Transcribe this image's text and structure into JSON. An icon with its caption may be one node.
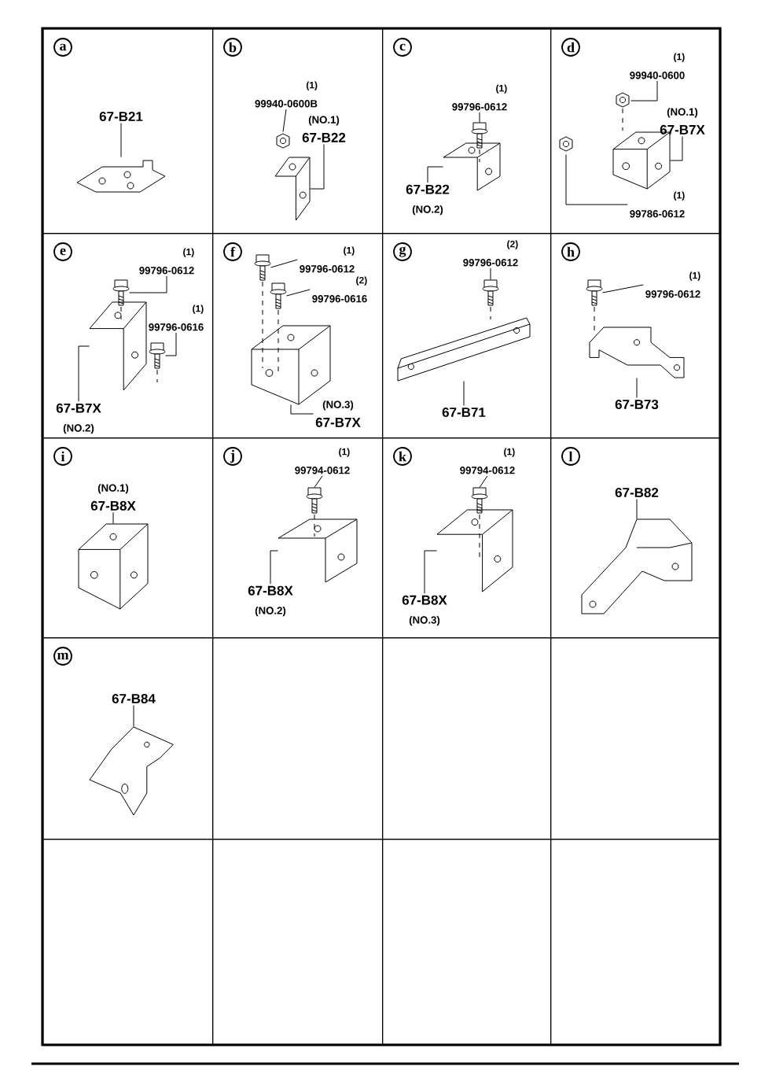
{
  "diagram": {
    "nodes": [
      {
        "text": [],
        "shape": "box"
      },
      {
        "text": [
          "a"
        ],
        "in": 0
      },
      {
        "text": [
          "67-B21"
        ],
        "in": 0
      },
      {
        "text": [],
        "shape": "picture",
        "in": 0
      },
      {
        "text": [],
        "shape": "box"
      },
      {
        "text": [
          "b"
        ],
        "in": 4
      },
      {
        "text": [
          "(1)",
          "99940-0600B"
        ],
        "in": 4
      },
      {
        "text": [],
        "shape": "picture",
        "in": 4
      },
      {
        "text": [
          "(NO.1)",
          "67-B22"
        ],
        "in": 4
      },
      {
        "text": [],
        "shape": "picture",
        "in": 4
      },
      {
        "text": [],
        "shape": "box"
      },
      {
        "text": [
          "c"
        ],
        "in": 10
      },
      {
        "text": [
          "(1)",
          "99796-0612"
        ],
        "in": 10
      },
      {
        "text": [],
        "shape": "picture",
        "in": 10
      },
      {
        "text": [],
        "shape": "picture",
        "in": 10
      },
      {
        "text": [
          "67-B22",
          "(NO.2)"
        ],
        "in": 10
      },
      {
        "text": [],
        "shape": "box"
      },
      {
        "text": [
          "d"
        ],
        "in": 16
      },
      {
        "text": [
          "(1)",
          "99940-0600"
        ],
        "in": 16
      },
      {
        "text": [],
        "shape": "picture",
        "in": 16
      },
      {
        "text": [
          "(NO.1)",
          "67-B7X"
        ],
        "in": 16
      },
      {
        "text": [],
        "shape": "picture",
        "in": 16
      },
      {
        "text": [],
        "shape": "picture",
        "in": 16
      },
      {
        "text": [
          "(1)",
          "99786-0612"
        ],
        "in": 16
      },
      {
        "text": [],
        "shape": "box"
      },
      {
        "text": [
          "e"
        ],
        "in": 24
      },
      {
        "text": [
          "(1)",
          "99796-0612"
        ],
        "in": 24
      },
      {
        "text": [],
        "shape": "picture",
        "in": 24
      },
      {
        "text": [
          "(1)",
          "99796-0616"
        ],
        "in": 24
      },
      {
        "text": [],
        "shape": "picture",
        "in": 24
      },
      {
        "text": [],
        "shape": "picture",
        "in": 24
      },
      {
        "text": [
          "67-B7X",
          "(NO.2)"
        ],
        "in": 24
      },
      {
        "text": [],
        "shape": "box"
      },
      {
        "text": [
          "f"
        ],
        "in": 32
      },
      {
        "text": [],
        "shape": "picture",
        "in": 32
      },
      {
        "text": [
          "(1)",
          "99796-0612"
        ],
        "in": 32
      },
      {
        "text": [],
        "shape": "picture",
        "in": 32
      },
      {
        "text": [
          "(2)",
          "99796-0616"
        ],
        "in": 32
      },
      {
        "text": [],
        "shape": "picture",
        "in": 32
      },
      {
        "text": [
          "(NO.3)",
          "67-B7X"
        ],
        "in": 32
      },
      {
        "text": [],
        "shape": "box"
      },
      {
        "text": [
          "g"
        ],
        "in": 40
      },
      {
        "text": [
          "(2)",
          "99796-0612"
        ],
        "in": 40
      },
      {
        "text": [],
        "shape": "picture",
        "in": 40
      },
      {
        "text": [],
        "shape": "picture",
        "in": 40
      },
      {
        "text": [
          "67-B71"
        ],
        "in": 40
      },
      {
        "text": [],
        "shape": "box"
      },
      {
        "text": [
          "h"
        ],
        "in": 46
      },
      {
        "text": [],
        "shape": "picture",
        "in": 46
      },
      {
        "text": [
          "(1)",
          "99796-0612"
        ],
        "in": 46
      },
      {
        "text": [],
        "shape": "picture",
        "in": 46
      },
      {
        "text": [
          "67-B73"
        ],
        "in": 46
      },
      {
        "text": [],
        "shape": "box"
      },
      {
        "text": [
          "i"
        ],
        "in": 52
      },
      {
        "text": [
          "(NO.1)",
          "67-B8X"
        ],
        "in": 52
      },
      {
        "text": [],
        "shape": "picture",
        "in": 52
      },
      {
        "text": [],
        "shape": "box"
      },
      {
        "text": [
          "j"
        ],
        "in": 56
      },
      {
        "text": [
          "(1)",
          "99794-0612"
        ],
        "in": 56
      },
      {
        "text": [],
        "shape": "picture",
        "in": 56
      },
      {
        "text": [],
        "shape": "picture",
        "in": 56
      },
      {
        "text": [
          "67-B8X",
          "(NO.2)"
        ],
        "in": 56
      },
      {
        "text": [],
        "shape": "box"
      },
      {
        "text": [
          "k"
        ],
        "in": 62
      },
      {
        "text": [
          "(1)",
          "99794-0612"
        ],
        "in": 62
      },
      {
        "text": [],
        "shape": "picture",
        "in": 62
      },
      {
        "text": [],
        "shape": "picture",
        "in": 62
      },
      {
        "text": [
          "67-B8X",
          "(NO.3)"
        ],
        "in": 62
      },
      {
        "text": [],
        "shape": "box"
      },
      {
        "text": [
          "l"
        ],
        "in": 68
      },
      {
        "text": [
          "67-B82"
        ],
        "in": 68
      },
      {
        "text": [],
        "shape": "picture",
        "in": 68
      },
      {
        "text": [],
        "shape": "box"
      },
      {
        "text": [
          "m"
        ],
        "in": 72
      },
      {
        "text": [
          "67-B84"
        ],
        "in": 72
      },
      {
        "text": [],
        "shape": "picture",
        "in": 72
      },
      {
        "text": [],
        "shape": "box"
      },
      {
        "text": [],
        "shape": "box"
      },
      {
        "text": [],
        "shape": "box"
      },
      {
        "text": [],
        "shape": "box"
      },
      {
        "text": [],
        "shape": "box"
      },
      {
        "text": [],
        "shape": "box"
      },
      {
        "text": [],
        "shape": "box"
      }
    ],
    "edges": [
      {
        "from": 2,
        "to": 3,
        "arrow": "none"
      },
      {
        "from": 6,
        "to": 7,
        "arrow": "none"
      },
      {
        "from": 8,
        "to": 9,
        "arrow": "none"
      },
      {
        "from": 12,
        "to": 13,
        "arrow": "none"
      },
      {
        "from": 15,
        "to": 14,
        "arrow": "none"
      },
      {
        "from": 18,
        "to": 19,
        "arrow": "none"
      },
      {
        "from": 20,
        "to": 21,
        "arrow": "none"
      },
      {
        "from": 23,
        "to": 22,
        "arrow": "none"
      },
      {
        "from": 26,
        "to": 27,
        "arrow": "none"
      },
      {
        "from": 28,
        "to": 29,
        "arrow": "none"
      },
      {
        "from": 31,
        "to": 30,
        "arrow": "none"
      },
      {
        "from": 35,
        "to": 34,
        "arrow": "none"
      },
      {
        "from": 37,
        "to": 36,
        "arrow": "none"
      },
      {
        "from": 39,
        "to": 38,
        "arrow": "none"
      },
      {
        "from": 42,
        "to": 43,
        "arrow": "none"
      },
      {
        "from": 45,
        "to": 44,
        "arrow": "none"
      },
      {
        "from": 49,
        "to": 48,
        "arrow": "none"
      },
      {
        "from": 51,
        "to": 50,
        "arrow": "none"
      },
      {
        "from": 54,
        "to": 55,
        "arrow": "none"
      },
      {
        "from": 58,
        "to": 59,
        "arrow": "none"
      },
      {
        "from": 61,
        "to": 60,
        "arrow": "none"
      },
      {
        "from": 64,
        "to": 65,
        "arrow": "none"
      },
      {
        "from": 67,
        "to": 66,
        "arrow": "none"
      },
      {
        "from": 70,
        "to": 71,
        "arrow": "none"
      },
      {
        "from": 74,
        "to": 75,
        "arrow": "none"
      }
    ]
  }
}
